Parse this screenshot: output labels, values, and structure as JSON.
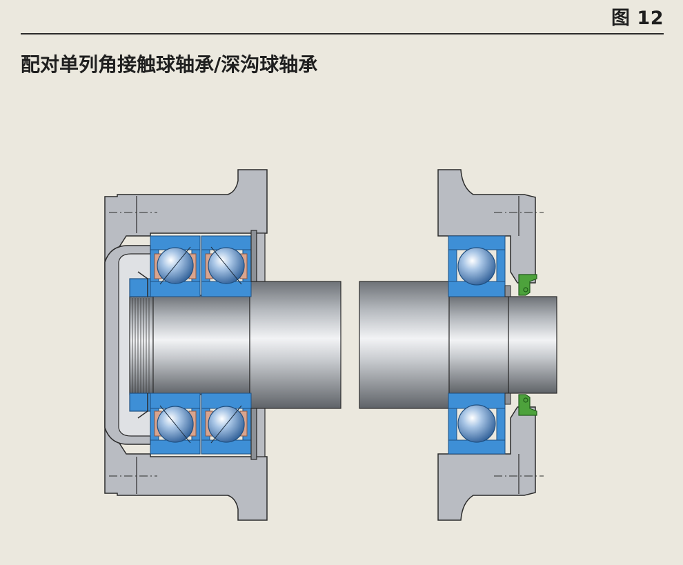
{
  "header": {
    "figure_label": "图 12",
    "title": "配对单列角接触球轴承/深沟球轴承"
  },
  "colors": {
    "background": "#ebe8de",
    "housing": "#b9bcc2",
    "housing_stroke": "#2b2b2b",
    "bearing_ring": "#3e8fd6",
    "cage": "#d9a48e",
    "seal": "#4da23c",
    "shaft_light": "#f2f3f5",
    "shaft_dark": "#6e7277"
  },
  "drawing": {
    "left_unit": "paired angular contact ball bearings (locating)",
    "right_unit": "deep groove ball bearing (non-locating)"
  }
}
